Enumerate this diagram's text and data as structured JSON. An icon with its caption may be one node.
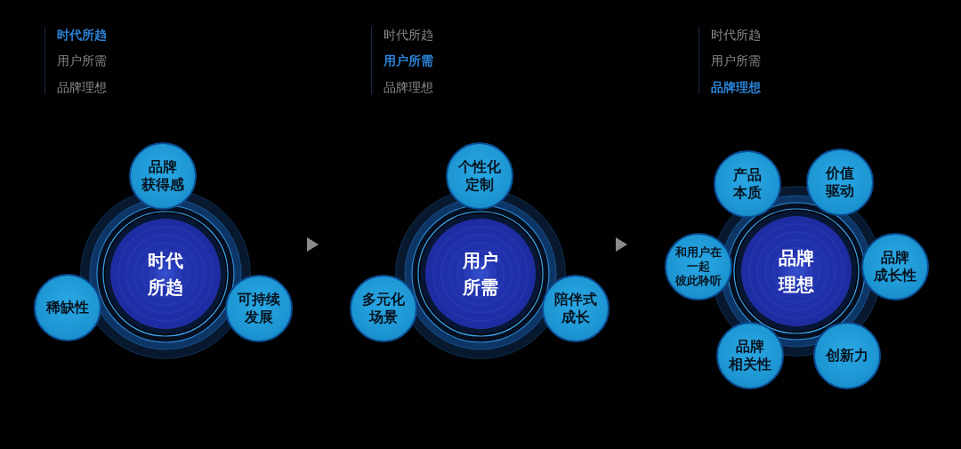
{
  "diagram": {
    "nodes": [
      {
        "text": [
          "品牌获得感"
        ]
      },
      {
        "text": [
          "时代所趋"
        ]
      },
      {
        "text": [
          "稀缺性"
        ]
      },
      {
        "text": [
          "可持续发展"
        ]
      },
      {
        "text": [
          "个性化定制"
        ]
      },
      {
        "text": [
          "用户所需"
        ]
      },
      {
        "text": [
          "多元化场景"
        ]
      },
      {
        "text": [
          "陪伴式成长"
        ]
      },
      {
        "text": [
          "产品本质"
        ]
      },
      {
        "text": [
          "价值驱动"
        ]
      },
      {
        "text": [
          "和用户在一起彼此聆听"
        ]
      },
      {
        "text": [
          "品牌理想"
        ]
      },
      {
        "text": [
          "品牌成长性"
        ]
      },
      {
        "text": [
          "品牌相关性"
        ]
      },
      {
        "text": [
          "创新力"
        ]
      }
    ],
    "labels": [
      "时代所趋",
      "用户所需",
      "品牌理想",
      "时代所趋",
      "用户所需",
      "品牌理想",
      "时代所趋",
      "用户所需",
      "品牌理想"
    ]
  }
}
